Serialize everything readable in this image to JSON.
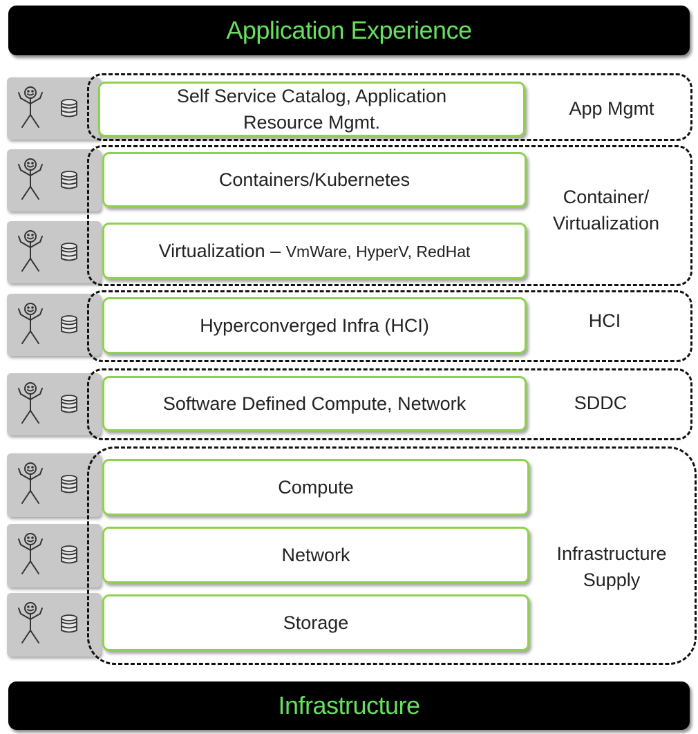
{
  "header_bar": {
    "label": "Application Experience",
    "color": "#66e05e"
  },
  "footer_bar": {
    "label": "Infrastructure",
    "color": "#66e05e"
  },
  "layers": [
    {
      "lines": [
        "Self Service Catalog, Application",
        "Resource Mgmt."
      ]
    },
    {
      "lines": [
        "Containers/Kubernetes"
      ]
    },
    {
      "main": "Virtualization – ",
      "detail": "VmWare, HyperV, RedHat"
    },
    {
      "lines": [
        "Hyperconverged Infra (HCI)"
      ]
    },
    {
      "lines": [
        "Software Defined Compute, Network"
      ]
    },
    {
      "lines": [
        "Compute"
      ]
    },
    {
      "lines": [
        "Network"
      ]
    },
    {
      "lines": [
        "Storage"
      ]
    }
  ],
  "groups": [
    {
      "lines": [
        "App Mgmt"
      ]
    },
    {
      "lines": [
        "Container/",
        "Virtualization"
      ]
    },
    {
      "lines": [
        "HCI"
      ]
    },
    {
      "lines": [
        "SDDC"
      ]
    },
    {
      "lines": [
        "Infrastructure",
        "Supply"
      ]
    }
  ],
  "icons": {
    "person": "stick-figure-icon",
    "storage": "database-icon"
  },
  "colors": {
    "layer_border": "#8fd14f",
    "bar_bg": "#000000",
    "row_bg": "#c8c8c8"
  }
}
